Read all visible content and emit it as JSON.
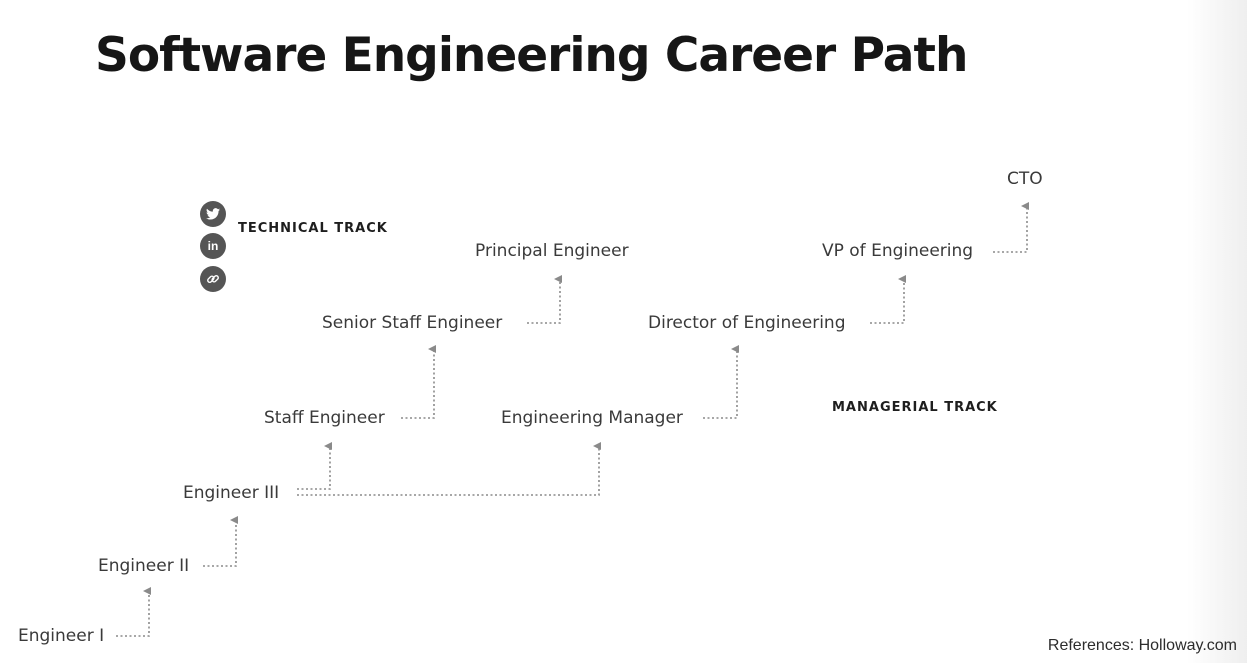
{
  "title": "Software Engineering Career Path",
  "tracks": {
    "technical": "TECHNICAL TRACK",
    "managerial": "MANAGERIAL TRACK"
  },
  "nodes": {
    "engineer_1": "Engineer I",
    "engineer_2": "Engineer II",
    "engineer_3": "Engineer III",
    "staff_engineer": "Staff Engineer",
    "senior_staff_engineer": "Senior Staff Engineer",
    "principal_engineer": "Principal Engineer",
    "engineering_manager": "Engineering Manager",
    "director_of_engineering": "Director of Engineering",
    "vp_of_engineering": "VP of Engineering",
    "cto": "CTO"
  },
  "social_icons": [
    "twitter-icon",
    "linkedin-icon",
    "link-icon"
  ],
  "reference": "References: Holloway.com",
  "colors": {
    "connector": "#8a8a8a",
    "icon_bg": "#555555"
  }
}
